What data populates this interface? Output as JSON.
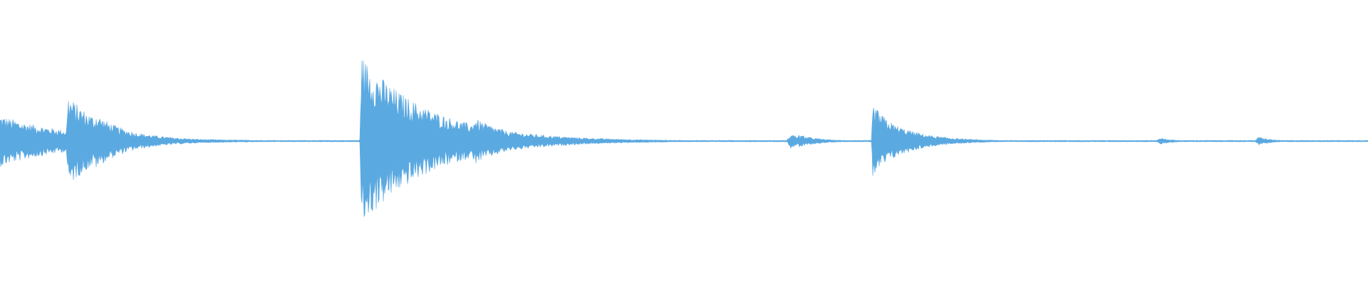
{
  "waveform": {
    "color": "#5ba9e1",
    "baseline_amplitude": 0.008,
    "bursts": [
      {
        "time": 0.0,
        "peak": 0.28,
        "decay": 0.055,
        "attack": 0.002
      },
      {
        "time": 0.0495,
        "peak": 0.5,
        "decay": 0.03,
        "attack": 0.001
      },
      {
        "time": 0.07,
        "peak": 0.3,
        "decay": 0.025,
        "attack": 0.001
      },
      {
        "time": 0.264,
        "peak": 0.93,
        "decay": 0.05,
        "attack": 0.001
      },
      {
        "time": 0.346,
        "peak": 0.26,
        "decay": 0.03,
        "attack": 0.001
      },
      {
        "time": 0.578,
        "peak": 0.08,
        "decay": 0.012,
        "attack": 0.003
      },
      {
        "time": 0.584,
        "peak": 0.07,
        "decay": 0.015,
        "attack": 0.004
      },
      {
        "time": 0.638,
        "peak": 0.4,
        "decay": 0.02,
        "attack": 0.001
      },
      {
        "time": 0.654,
        "peak": 0.18,
        "decay": 0.025,
        "attack": 0.001
      },
      {
        "time": 0.848,
        "peak": 0.035,
        "decay": 0.01,
        "attack": 0.003
      },
      {
        "time": 0.92,
        "peak": 0.045,
        "decay": 0.01,
        "attack": 0.003
      }
    ]
  }
}
